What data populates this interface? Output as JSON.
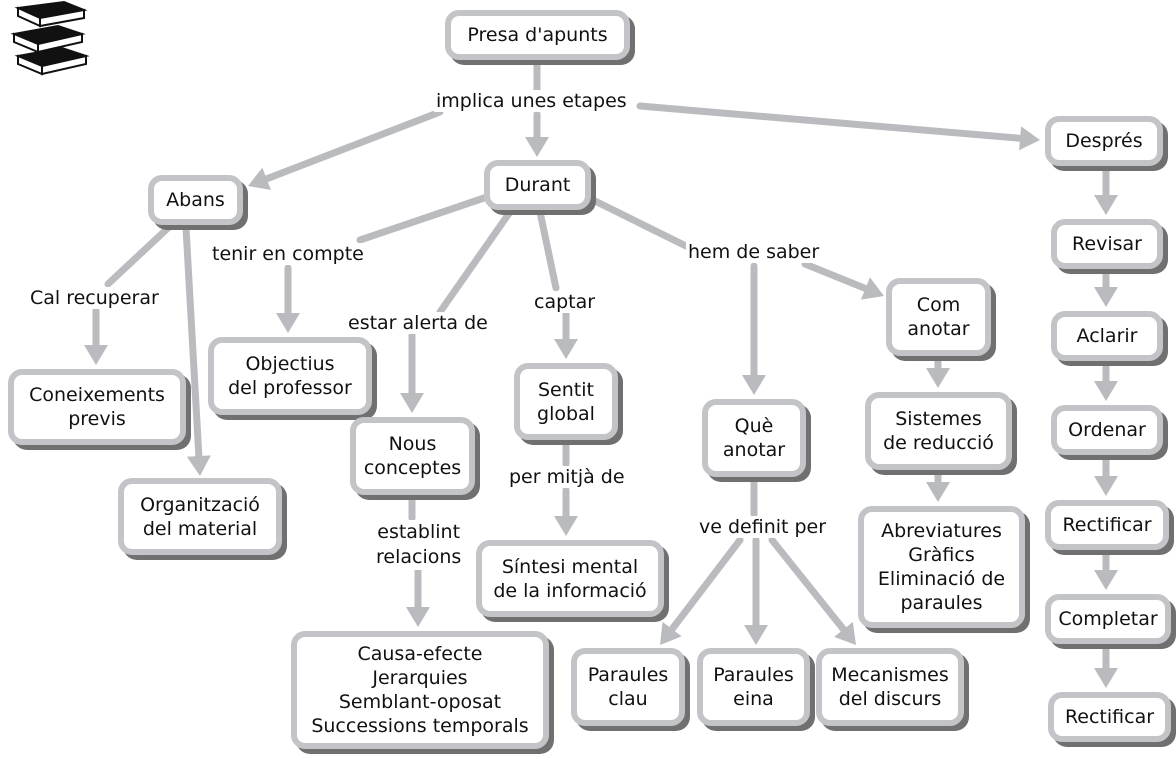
{
  "colors": {
    "line": "#b9bbbf",
    "border": "#c2c4c8",
    "shadow": "#707070",
    "text": "#111111"
  },
  "logo_icon": "stack-of-books-icon",
  "nodes": {
    "presa": "Presa d'apunts",
    "abans": "Abans",
    "durant": "Durant",
    "despres": "Després",
    "coneixements": "Coneixements\nprevis",
    "organitzacio": "Organització\ndel material",
    "objectius": "Objectius\ndel professor",
    "nous": "Nous\nconceptes",
    "causa": "Causa-efecte\nJerarquies\nSemblant-oposat\nSuccessions temporals",
    "sentit": "Sentit\nglobal",
    "sintesi": "Síntesi mental\nde la informació",
    "que": "Què\nanotar",
    "com": "Com\nanotar",
    "sistemes": "Sistemes\nde reducció",
    "abreviatures": "Abreviatures\nGràfics\nEliminació de\nparaules",
    "paraules_clau": "Paraules\nclau",
    "paraules_eina": "Paraules\neina",
    "mecanismes": "Mecanismes\ndel discurs",
    "revisar": "Revisar",
    "aclarir": "Aclarir",
    "ordenar": "Ordenar",
    "rectificar1": "Rectificar",
    "completar": "Completar",
    "rectificar2": "Rectificar"
  },
  "labels": {
    "implica": "implica unes etapes",
    "cal": "Cal recuperar",
    "tenir": "tenir en compte",
    "estar": "estar alerta de",
    "captar": "captar",
    "hem": "hem de saber",
    "establint": "establint\nrelacions",
    "per_mitja": "per mitjà de",
    "ve": "ve definit per"
  }
}
